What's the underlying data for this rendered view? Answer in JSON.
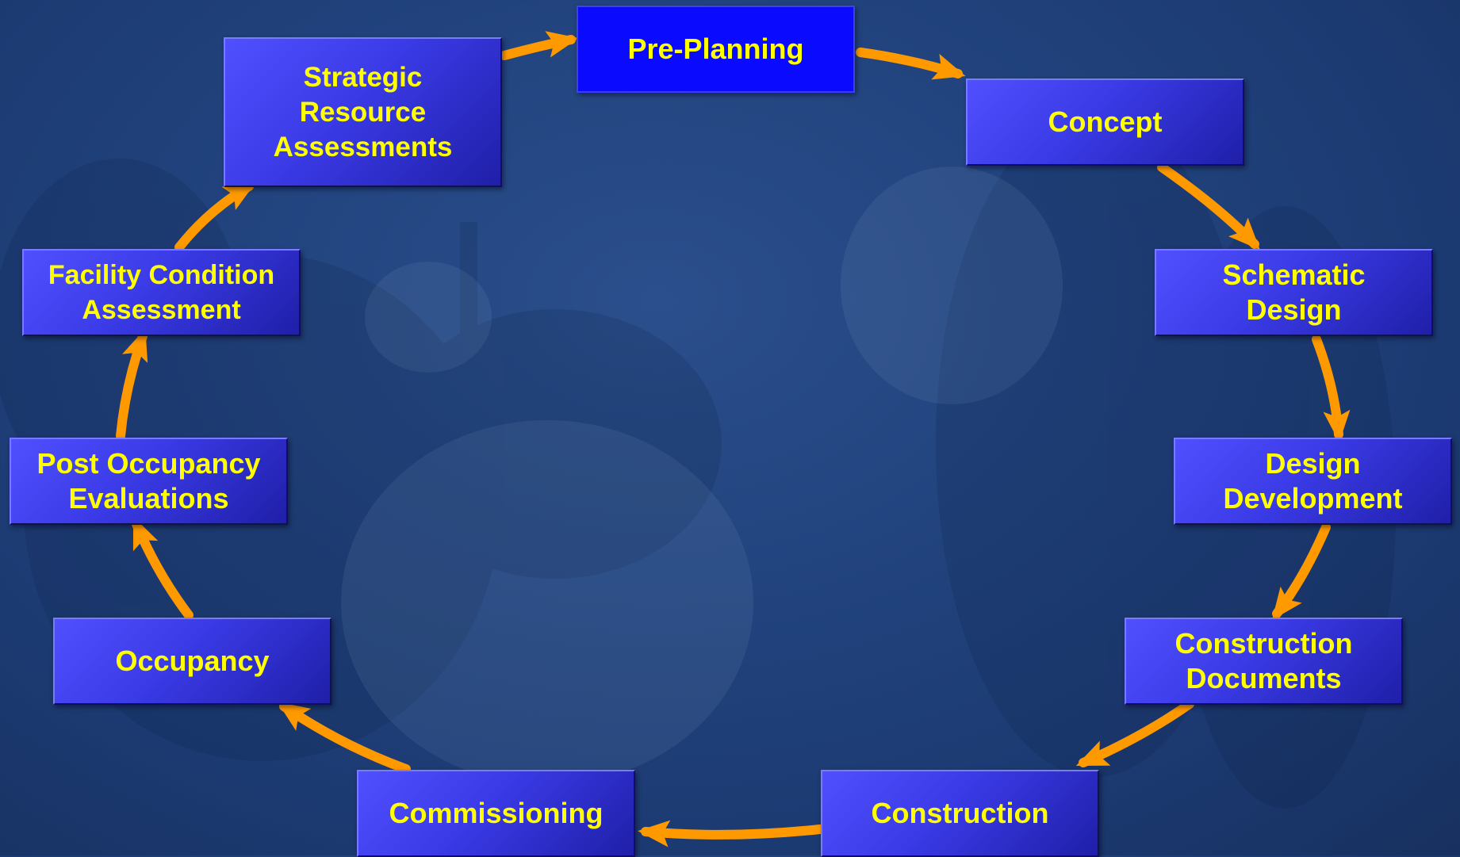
{
  "diagram": {
    "type": "cycle",
    "arrow_color": "#ff9900",
    "box_color": "#3c3cf0",
    "current_box_color": "#0a0aff",
    "text_color": "#ffff00",
    "stages": [
      {
        "label": "Pre-Planning",
        "current": true
      },
      {
        "label": "Concept"
      },
      {
        "label": "Schematic\nDesign"
      },
      {
        "label": "Design\nDevelopment"
      },
      {
        "label": "Construction\nDocuments"
      },
      {
        "label": "Construction"
      },
      {
        "label": "Commissioning"
      },
      {
        "label": "Occupancy"
      },
      {
        "label": "Post Occupancy\nEvaluations"
      },
      {
        "label": "Facility Condition\nAssessment"
      },
      {
        "label": "Strategic\nResource\nAssessments"
      }
    ]
  }
}
